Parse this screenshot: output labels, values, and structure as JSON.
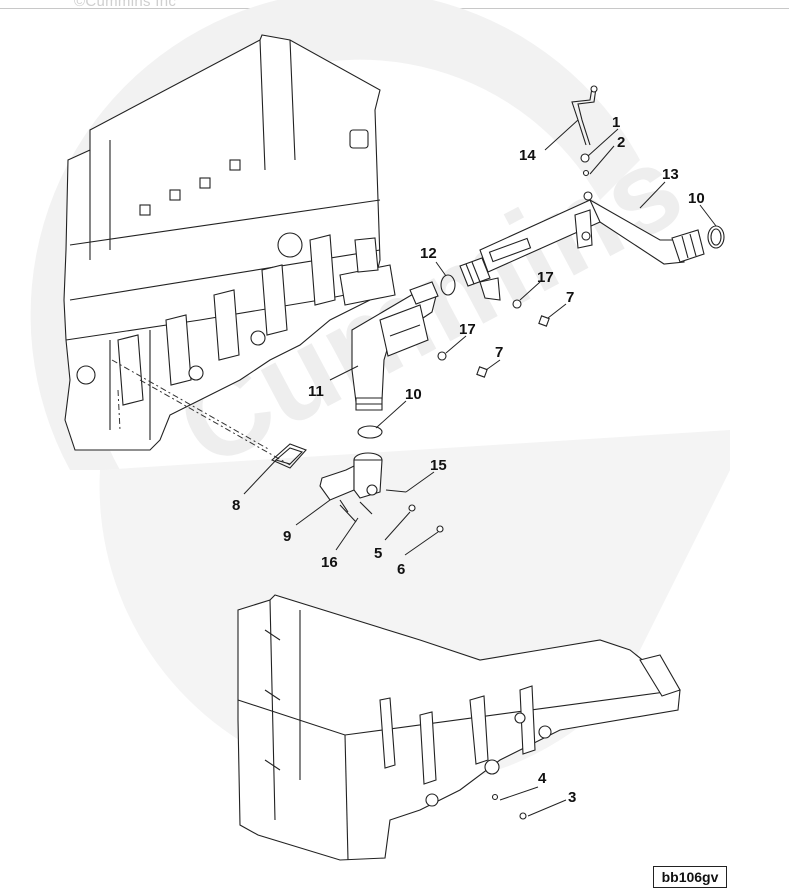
{
  "copyright": "©Cummins Inc",
  "watermark": "Cummins",
  "diagram_code": "bb106gv",
  "callouts": [
    "1",
    "2",
    "3",
    "4",
    "5",
    "6",
    "7",
    "7",
    "8",
    "9",
    "10",
    "10",
    "11",
    "12",
    "13",
    "14",
    "15",
    "16",
    "17",
    "17"
  ]
}
